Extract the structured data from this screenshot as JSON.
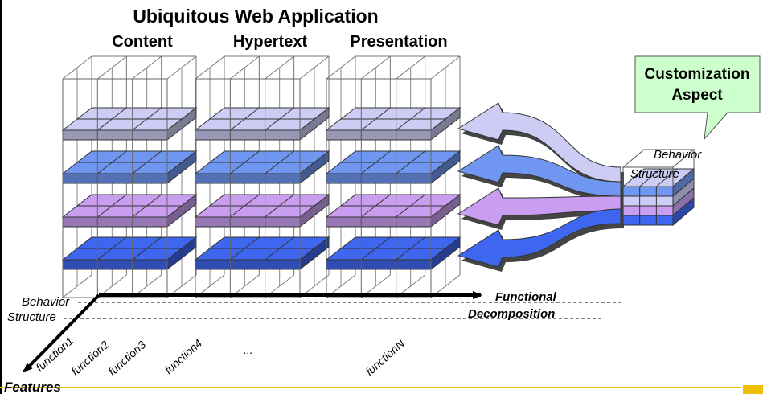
{
  "title": "Ubiquitous Web Application",
  "columns": [
    "Content",
    "Hypertext",
    "Presentation"
  ],
  "callout": {
    "line1": "Customization",
    "line2": "Aspect"
  },
  "cube_labels": {
    "behavior": "Behavior",
    "structure": "Structure"
  },
  "axis": {
    "behavior": "Behavior",
    "structure": "Structure",
    "functional_line1": "Functional",
    "functional_line2": "Decomposition",
    "features": "Features"
  },
  "functions": [
    "function1",
    "function2",
    "function3",
    "function4",
    "...",
    "functionN"
  ],
  "colors": {
    "layer1": "#ccccf4",
    "layer2": "#6f96f0",
    "layer3": "#c99ef0",
    "layer4": "#3e66ee",
    "callout_fill": "#ccffcc",
    "footer_line": "#f0c000"
  }
}
